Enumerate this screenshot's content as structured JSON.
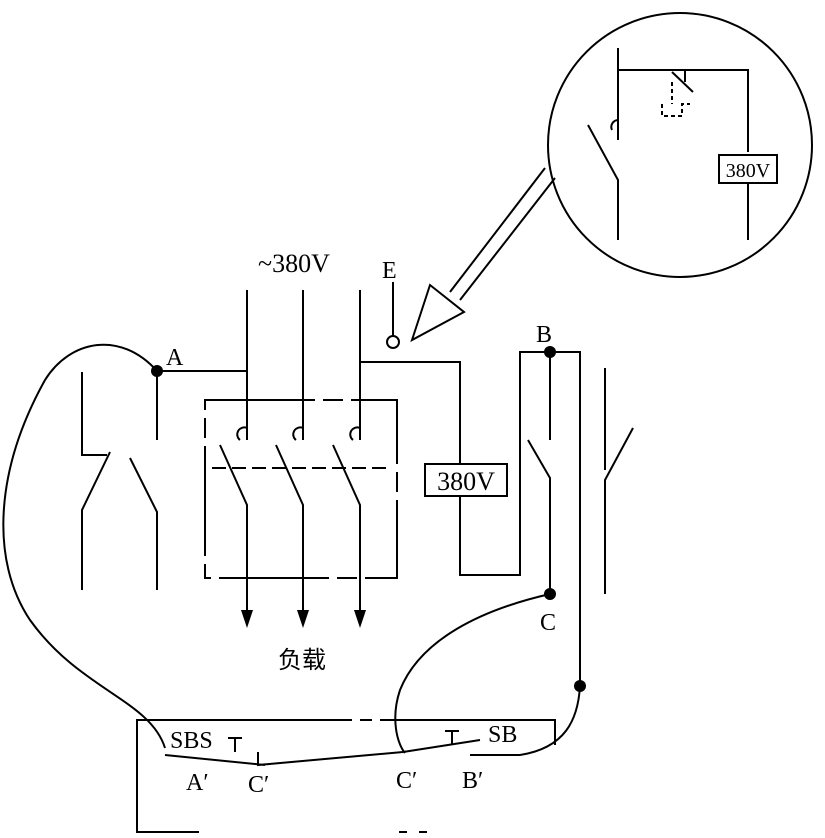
{
  "labels": {
    "supply": "~380V",
    "ground": "E",
    "node_a": "A",
    "node_b": "B",
    "node_c": "C",
    "load": "负载",
    "meter_main": "380V",
    "meter_inset": "380V",
    "button_left": "SBS",
    "button_right": "SB",
    "term_a_prime": "A′",
    "term_c_prime_left": "C′",
    "term_c_prime_right": "C′",
    "term_b_prime": "B′"
  }
}
